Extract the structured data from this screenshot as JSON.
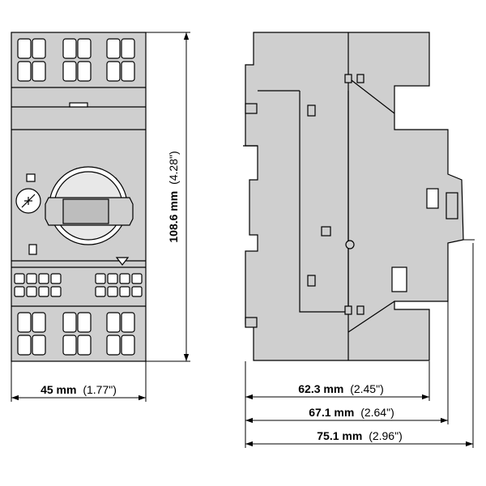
{
  "colors": {
    "body": "#cfcfcf",
    "outline": "#000000",
    "background": "#ffffff"
  },
  "dimensions": {
    "front_width": {
      "metric": "45 mm",
      "imperial": "(1.77\")"
    },
    "front_height": {
      "metric": "108.6 mm",
      "imperial": "(4.28\")"
    },
    "side_depth_1": {
      "metric": "62.3 mm",
      "imperial": "(2.45\")"
    },
    "side_depth_2": {
      "metric": "67.1 mm",
      "imperial": "(2.64\")"
    },
    "side_depth_3": {
      "metric": "75.1 mm",
      "imperial": "(2.96\")"
    }
  }
}
